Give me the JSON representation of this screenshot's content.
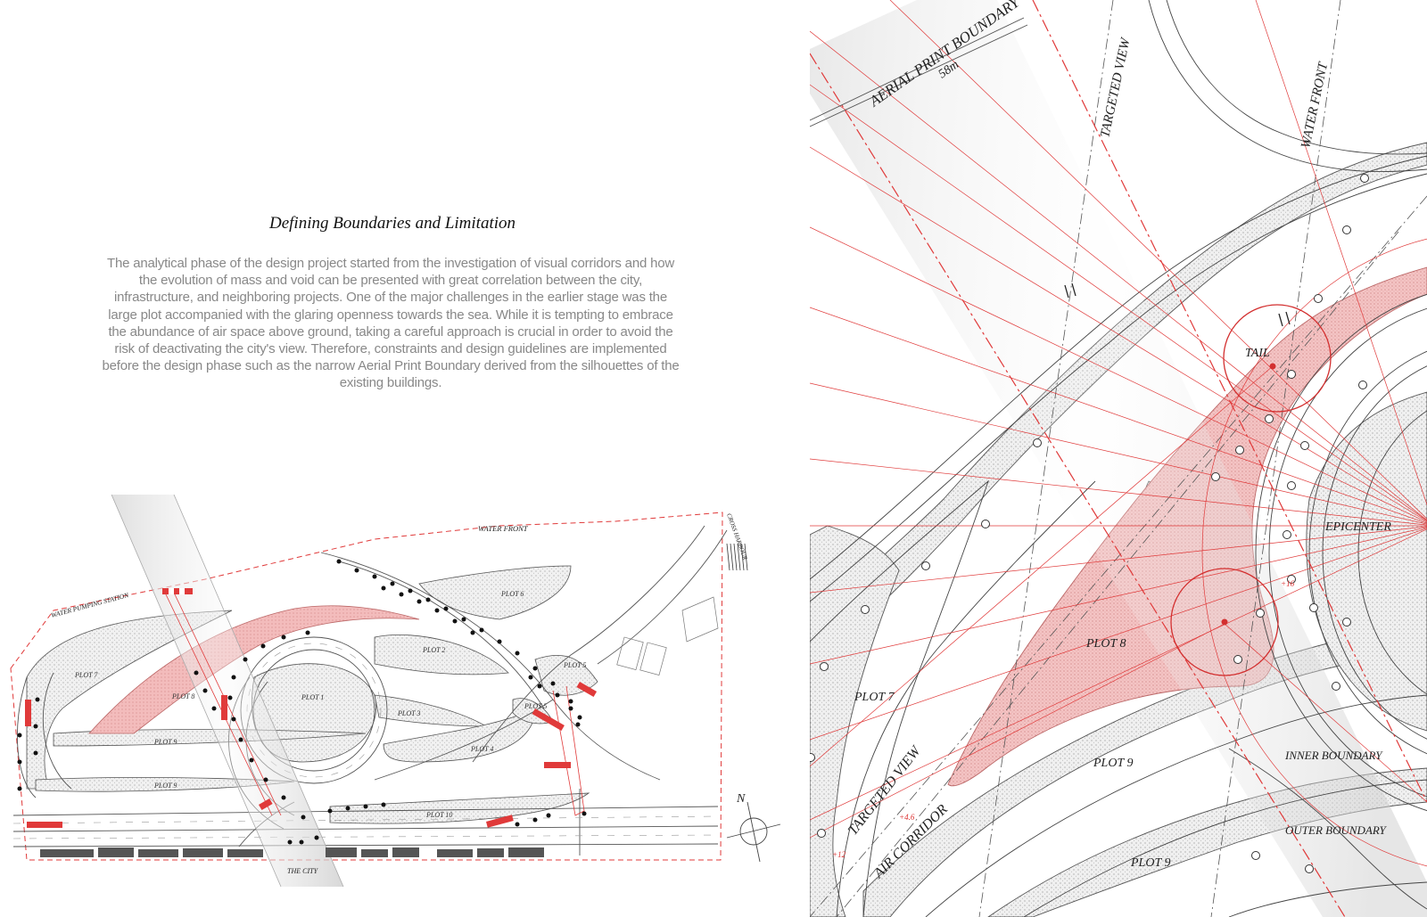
{
  "article": {
    "title": "Defining Boundaries and Limitation",
    "body": "The analytical phase of the design project started from the investigation of visual corridors and how the evolution of mass and void can be presented with great correlation between the city, infrastructure, and neighboring projects. One of the major challenges in the earlier stage was the large plot accompanied with the glaring openness towards the sea. While it is tempting to embrace the abundance of air space above ground, taking a careful approach is crucial in order to avoid the risk of deactivating the city's view. Therefore, constraints and design guidelines are implemented before the design phase such as the narrow Aerial Print Boundary derived from the silhouettes of the existing buildings."
  },
  "site_plan": {
    "labels": {
      "water_front": "WATER FRONT",
      "cross_harbour": "CROSS HARBOUR",
      "water_pumping_station": "WATER PUMPING STATION",
      "the_city": "THE CITY",
      "north": "N"
    },
    "plots": {
      "plot_1": "PLOT 1",
      "plot_2": "PLOT 2",
      "plot_3": "PLOT 3",
      "plot_4": "PLOT 4",
      "plot_5a": "PLOT 5",
      "plot_5b": "PLOT 5",
      "plot_6": "PLOT 6",
      "plot_7": "PLOT 7",
      "plot_8": "PLOT 8",
      "plot_9a": "PLOT 9",
      "plot_9b": "PLOT 9",
      "plot_10": "PLOT 10"
    }
  },
  "detail_plan": {
    "labels": {
      "aerial_print_boundary": "AERIAL PRINT BOUNDARY",
      "aerial_height": "58m",
      "targeted_view_top": "TARGETED VIEW",
      "targeted_view_bottom": "TARGETED VIEW",
      "water_front": "WATER FRONT",
      "tail": "TAIL",
      "epicenter": "EPICENTER",
      "plot_7": "PLOT 7",
      "plot_8": "PLOT 8",
      "plot_9a": "PLOT 9",
      "plot_9b": "PLOT 9",
      "inner_boundary": "INNER BOUNDARY",
      "outer_boundary": "OUTER BOUNDARY",
      "air_corridor": "AIR CORRIDOR",
      "elev_1": "+4.6",
      "elev_2": "+12",
      "elev_3": "+16"
    }
  },
  "colors": {
    "accent_red": "#e03a3a",
    "plot_fill_red": "#f2b9b9",
    "hatch_gray": "#dcdcdc"
  }
}
